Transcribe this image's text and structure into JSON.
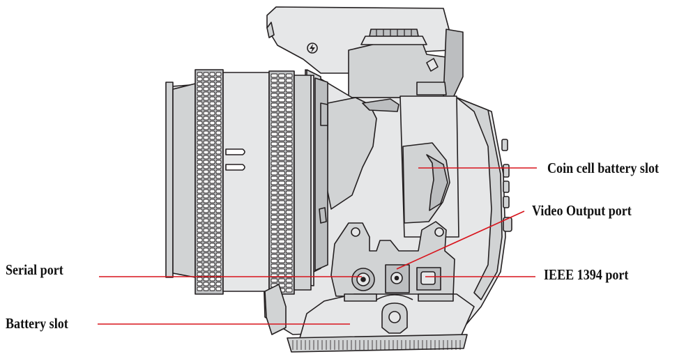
{
  "diagram": {
    "labels": {
      "coin_cell_battery_slot": "Coin cell battery slot",
      "video_output_port": "Video Output port",
      "serial_port": "Serial port",
      "ieee_1394_port": "IEEE 1394 port",
      "battery_slot": "Battery slot"
    },
    "flash_symbol_icon": "lightning-bolt-icon",
    "colors": {
      "leader_line": "#d8141c",
      "body_light": "#e6e7e8",
      "body_mid": "#d1d3d4",
      "body_dark": "#bcbec0",
      "outline": "#231f20"
    }
  }
}
